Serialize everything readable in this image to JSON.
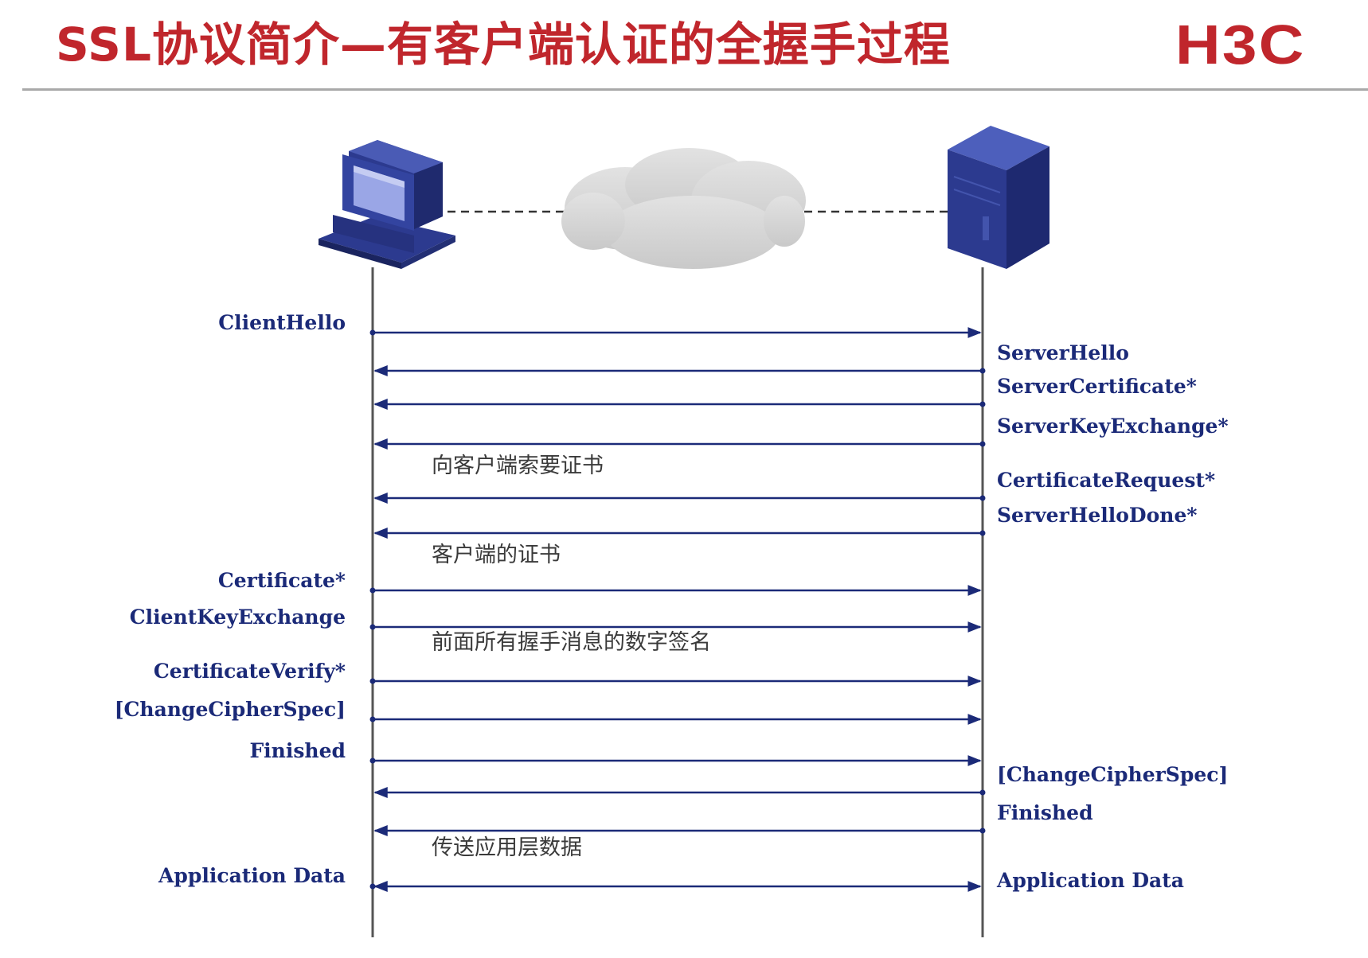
{
  "title": "SSL协议简介—有客户端认证的全握手过程",
  "brand": "H3C",
  "colors": {
    "title": "#c0262c",
    "arrow": "#1b2a78",
    "lifeline": "#555555",
    "device": "#2c3a8f",
    "cloud": "#d4d4d4"
  },
  "icons": {
    "client": "desktop-computer-icon",
    "network": "cloud-icon",
    "server": "server-tower-icon"
  },
  "messages": [
    {
      "label": "ClientHello",
      "from": "client",
      "to": "server"
    },
    {
      "label": "ServerHello",
      "from": "server",
      "to": "client"
    },
    {
      "label": "ServerCertificate*",
      "from": "server",
      "to": "client"
    },
    {
      "label": "ServerKeyExchange*",
      "from": "server",
      "to": "client"
    },
    {
      "label": "CertificateRequest*",
      "from": "server",
      "to": "client",
      "note": "向客户端索要证书"
    },
    {
      "label": "ServerHelloDone*",
      "from": "server",
      "to": "client"
    },
    {
      "label": "Certificate*",
      "from": "client",
      "to": "server",
      "note": "客户端的证书"
    },
    {
      "label": "ClientKeyExchange",
      "from": "client",
      "to": "server"
    },
    {
      "label": "CertificateVerify*",
      "from": "client",
      "to": "server",
      "note": "前面所有握手消息的数字签名"
    },
    {
      "label": "[ChangeCipherSpec]",
      "from": "client",
      "to": "server"
    },
    {
      "label": "Finished",
      "from": "client",
      "to": "server"
    },
    {
      "label": "[ChangeCipherSpec]",
      "from": "server",
      "to": "client"
    },
    {
      "label": "Finished",
      "from": "server",
      "to": "client"
    },
    {
      "label": "Application Data",
      "from": "both",
      "to": "both",
      "note": "传送应用层数据"
    }
  ]
}
